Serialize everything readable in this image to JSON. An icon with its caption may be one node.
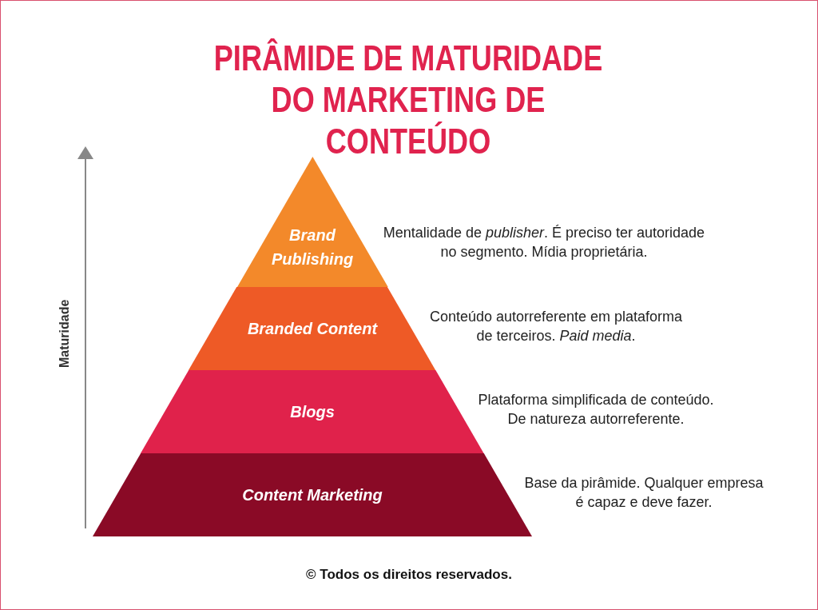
{
  "diagram": {
    "title": "PIRÂMIDE DE MATURIDADE DO MARKETING DE CONTEÚDO",
    "caption": "© Todos os direitos reservados.",
    "nodes": [
      {
        "text": [
          "Brand Publishing"
        ],
        "beside": [
          "Mentalidade de *publisher*. É preciso ter autoridade no segmento. Mídia proprietária."
        ]
      },
      {
        "text": [
          "Branded Content"
        ],
        "beside": [
          "Conteúdo autorreferente em plataforma de terceiros. *Paid media*."
        ]
      },
      {
        "text": [
          "Blogs"
        ],
        "beside": [
          "Plataforma simplificada de conteúdo. De natureza autorreferente."
        ]
      },
      {
        "text": [
          "Content Marketing"
        ],
        "beside": [
          "Base da pirâmide. Qualquer empresa é capaz e deve fazer."
        ]
      }
    ],
    "labels": [
      "Maturidade"
    ]
  }
}
